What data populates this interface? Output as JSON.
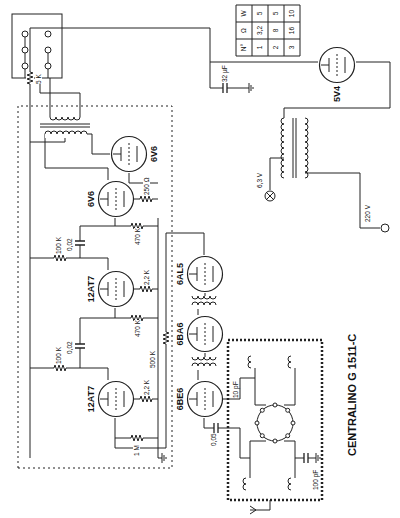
{
  "diagram": {
    "title": "CENTRALINO G 1511-C",
    "nodes": [
      {
        "text": [
          "12AT7"
        ]
      },
      {
        "text": [
          "12AT7"
        ]
      },
      {
        "text": [
          "6V6"
        ]
      },
      {
        "text": [
          "6V6"
        ]
      },
      {
        "text": [
          "6AL5"
        ]
      },
      {
        "text": [
          "6BA6"
        ]
      },
      {
        "text": [
          "6BE6"
        ]
      },
      {
        "text": [
          "5V4"
        ]
      }
    ],
    "labels": [
      "100 K",
      "100 K",
      "0,02",
      "0,02",
      "1 M",
      "470 K",
      "470 K",
      "2,2 K",
      "2,2 K",
      "250 Ω",
      "500 K",
      "5 K",
      "32 µF",
      "0,05",
      "100 pF",
      "10 pF",
      "220 V",
      "6,3 V",
      "N°",
      "Ω",
      "W",
      "1",
      "3,2",
      "5",
      "2",
      "8",
      "5",
      "3",
      "16",
      "10"
    ]
  }
}
